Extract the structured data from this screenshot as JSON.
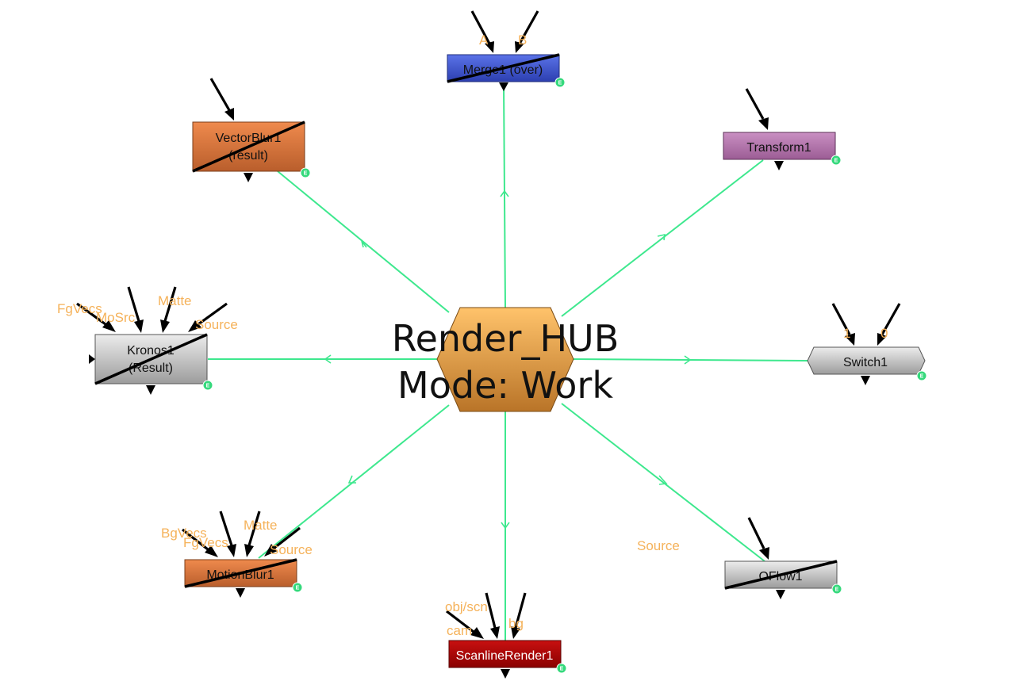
{
  "hub": {
    "line1": "Render_HUB",
    "line2": "Mode: Work",
    "color_top": "#ffc36b",
    "color_bottom": "#b97428"
  },
  "badge_letter": "E",
  "nodes": {
    "merge": {
      "label": "Merge1 (over)",
      "inputs": [
        "A",
        "B"
      ],
      "color": "#3d55d2",
      "disabled": true
    },
    "vectorblur": {
      "label_line1": "VectorBlur1",
      "label_line2": "(result)",
      "color": "#e07b43",
      "disabled": true
    },
    "transform": {
      "label": "Transform1",
      "color": "#b475ad",
      "disabled": false
    },
    "kronos": {
      "label_line1": "Kronos1",
      "label_line2": "(Result)",
      "inputs": [
        "FgVecs",
        "MoSrc",
        "Matte",
        "Source"
      ],
      "color": "#c8c8c8",
      "disabled": true
    },
    "switch": {
      "label": "Switch1",
      "inputs": [
        "1",
        "0"
      ],
      "color": "#d6d6d6",
      "disabled": false
    },
    "motionblur": {
      "label": "MotionBlur1",
      "inputs": [
        "BgVecs",
        "FgVecs",
        "Matte",
        "Source"
      ],
      "color": "#e07b43",
      "disabled": true
    },
    "scanline": {
      "label": "ScanlineRender1",
      "inputs": [
        "obj/scn",
        "cam",
        "bg"
      ],
      "color": "#b00000",
      "disabled": false
    },
    "oflow": {
      "label": "OFlow1",
      "inputs": [
        "Source"
      ],
      "color": "#cfcfcf",
      "disabled": true
    }
  }
}
